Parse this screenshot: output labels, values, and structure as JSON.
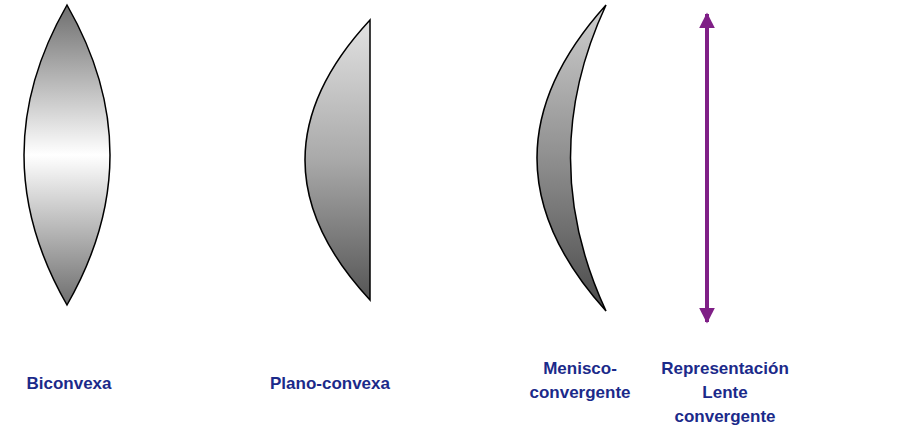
{
  "diagram": {
    "labels": [
      "Biconvexa",
      "Plano-convexa",
      "Menisco- convergente",
      "Representación Lente convergente"
    ]
  }
}
